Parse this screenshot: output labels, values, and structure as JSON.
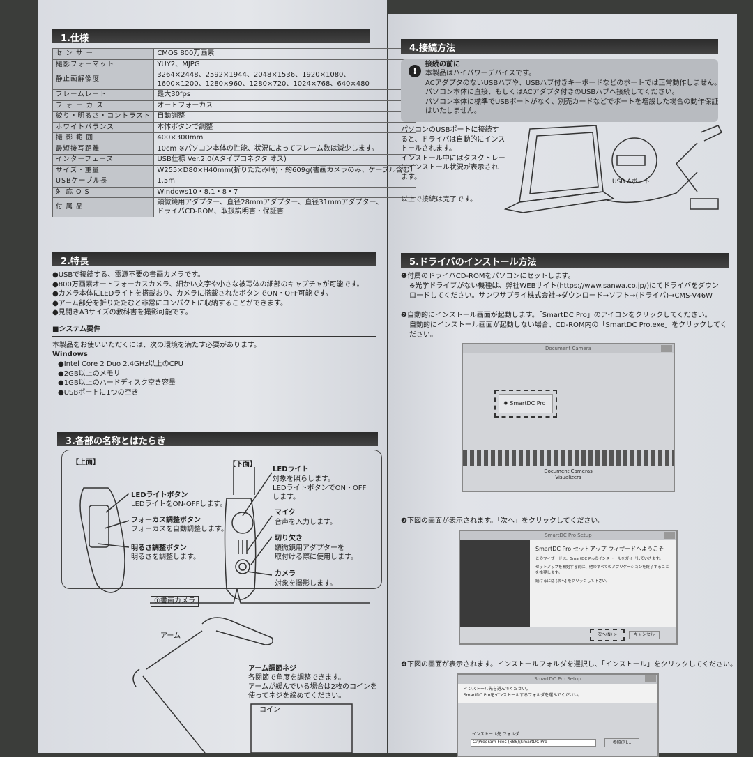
{
  "spec": {
    "title": "1.仕様",
    "rows": [
      [
        "セ ン サ ー",
        "CMOS 800万画素"
      ],
      [
        "撮影フォーマット",
        "YUY2、MJPG"
      ],
      [
        "静止画解像度",
        "3264×2448、2592×1944、2048×1536、1920×1080、\n1600×1200、1280×960、1280×720、1024×768、640×480"
      ],
      [
        "フレームレート",
        "最大30fps"
      ],
      [
        "フ ォ ー カ ス",
        "オートフォーカス"
      ],
      [
        "絞り・明るさ・コントラスト",
        "自動調整"
      ],
      [
        "ホワイトバランス",
        "本体ボタンで調整"
      ],
      [
        "撮 影 範 囲",
        "400×300mm"
      ],
      [
        "最短接写距離",
        "10cm ※パソコン本体の性能、状況によってフレーム数は減少します。"
      ],
      [
        "インターフェース",
        "USB仕様 Ver.2.0(Aタイプコネクタ オス)"
      ],
      [
        "サイズ・重量",
        "W255×D80×H40mm(折りたたみ時)・約609g(書画カメラのみ、ケーブル含む)"
      ],
      [
        "USBケーブル長",
        "1.5m"
      ],
      [
        "対 応 O S",
        "Windows10・8.1・8・7"
      ],
      [
        "付 属 品",
        "顕微鏡用アダプター、直径28mmアダプター、直径31mmアダプター、\nドライバCD-ROM、取扱説明書・保証書"
      ]
    ]
  },
  "features": {
    "title": "2.特長",
    "items": [
      "●USBで接続する、電源不要の書画カメラです。",
      "●800万画素オートフォーカスカメラ、細かい文字や小さな被写体の細部のキャプチャが可能です。",
      "●カメラ本体にLEDライトを搭載おり、カメラに搭載されたボタンでON・OFF可能です。",
      "●アーム部分を折りたたむと非常にコンパクトに収納することができます。",
      "●見開きA3サイズの教科書を撮影可能です。"
    ],
    "sysreq_title": "■システム要件",
    "sysreq_intro": "本製品をお使いいただくには、次の環境を満たす必要があります。",
    "os": "Windows",
    "reqs": [
      "●Intel Core 2 Duo 2.4GHz以上のCPU",
      "●2GB以上のメモリ",
      "●1GB以上のハードディスク空き容量",
      "●USBポートに1つの空き"
    ]
  },
  "parts": {
    "title": "3.各部の名称とはたらき",
    "top": "【上面】",
    "bottom": "【下面】",
    "led_btn": "LEDライトボタン",
    "led_btn_d": "LEDライトをON-OFFします。",
    "focus_btn": "フォーカス調整ボタン",
    "focus_btn_d": "フォーカスを自動調整します。",
    "bright_btn": "明るさ調整ボタン",
    "bright_btn_d": "明るさを調整します。",
    "led": "LEDライト",
    "led_d1": "対象を照らします。",
    "led_d2": "LEDライトボタンでON・OFF",
    "led_d3": "します。",
    "mic": "マイク",
    "mic_d": "音声を入力します。",
    "notch": "切り欠き",
    "notch_d1": "顕微鏡用アダプターを",
    "notch_d2": "取付ける際に使用します。",
    "camera": "カメラ",
    "camera_d": "対象を撮影します。",
    "doc_cam": "①書画カメラ",
    "arm": "アーム",
    "screw": "アーム調節ネジ",
    "screw_d1": "各関節で角度を調整できます。",
    "screw_d2": "アームが緩んでいる場合は2枚のコインを",
    "screw_d3": "使ってネジを締めてください。",
    "coin": "コイン"
  },
  "connect": {
    "title": "4.接続方法",
    "notice_title": "接続の前に",
    "notice": [
      "本製品はハイパワーデバイスです。",
      "ACアダプタのないUSBハブや、USBハブ付きキーボードなどのポートでは正常動作しません。",
      "パソコン本体に直接、もしくはACアダプタ付きのUSBハブへ接続してください。",
      "パソコン本体に標準でUSBポートがなく、別売カードなどでポートを増設した場合の動作保証",
      "はいたしません。"
    ],
    "body": [
      "パソコンのUSBポートに接続す",
      "ると、ドライバは自動的にインス",
      "トールされます。",
      "インストール中にはタスクトレー",
      "にインストール状況が表示され",
      "ます。"
    ],
    "done": "以上で接続は完了です。",
    "port_label": "USB Aポート"
  },
  "install": {
    "title": "5.ドライバのインストール方法",
    "step1": [
      "❶付属のドライバCD-ROMをパソコンにセットします。",
      "※光学ドライブがない機種は、弊社WEBサイト(https://www.sanwa.co.jp/)にてドライバをダウン",
      "ロードしてください。サンワサプライ株式会社→ダウンロード→ソフト→(ドライバ)→CMS-V46W"
    ],
    "step2": [
      "❷自動的にインストール画面が起動します。「SmartDC Pro」のアイコンをクリックしてください。",
      "自動的にインストール画面が起動しない場合、CD-ROM内の「SmartDC  Pro.exe」をクリックしてく",
      "ださい。"
    ],
    "win1": {
      "title": "Document Camera",
      "button": "SmartDC Pro",
      "footer1": "Document Cameras",
      "footer2": "Visualizers"
    },
    "step3": "❸下図の画面が表示されます。「次へ」をクリックしてください。",
    "win2": {
      "title": "SmartDC Pro Setup",
      "heading": "SmartDC Pro セットアップ ウィザードへようこそ",
      "p1": "このウィザードは、SmartDC Proのインストールをガイドしていきます。",
      "p2": "セットアップを開始する前に、他のすべてのアプリケーションを終了することを推奨します。",
      "p3": "続けるには [次へ] をクリックして下さい。",
      "next": "次へ(N) >",
      "cancel": "キャンセル"
    },
    "step4": "❹下図の画面が表示されます。インストールフォルダを選択し、「インストール」をクリックしてください。",
    "win3": {
      "title": "SmartDC Pro Setup",
      "heading": "インストール先を選んでください。",
      "sub": "SmartDC Proをインストールするフォルダを選んでください。",
      "folder_label": "インストール先 フォルダ",
      "folder": "C:\\Program Files (x86)\\SmartDC Pro",
      "browse": "参照(R)..."
    }
  }
}
